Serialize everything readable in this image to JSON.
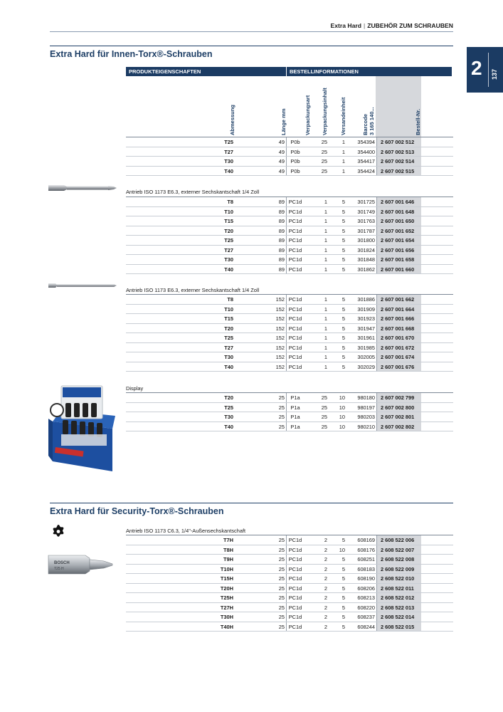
{
  "header": {
    "left": "Extra Hard",
    "sep": "|",
    "right": "ZUBEHÖR ZUM SCHRAUBEN"
  },
  "tab": {
    "chapter": "2",
    "page": "137"
  },
  "section1": {
    "title": "Extra Hard für Innen-Torx®-Schrauben",
    "bar_left": "PRODUKTEIGENSCHAFTEN",
    "bar_right": "BESTELLINFORMATIONEN",
    "col_headers": {
      "dim": "Abmessung",
      "len": "Länge mm",
      "pkg": "Verpackungsart",
      "pcs": "Verpackungsinhalt",
      "unit": "Versandeinheit",
      "bc1": "Barcode",
      "bc2": "3 165 140...",
      "art": "Bestell-Nr."
    },
    "group1": [
      {
        "dim": "T25",
        "len": "49",
        "pkg": "P0b",
        "pcs": "25",
        "unit": "1",
        "bc": "354394",
        "art": "2 607 002 512"
      },
      {
        "dim": "T27",
        "len": "49",
        "pkg": "P0b",
        "pcs": "25",
        "unit": "1",
        "bc": "354400",
        "art": "2 607 002 513"
      },
      {
        "dim": "T30",
        "len": "49",
        "pkg": "P0b",
        "pcs": "25",
        "unit": "1",
        "bc": "354417",
        "art": "2 607 002 514"
      },
      {
        "dim": "T40",
        "len": "49",
        "pkg": "P0b",
        "pcs": "25",
        "unit": "1",
        "bc": "354424",
        "art": "2 607 002 515"
      }
    ],
    "group2_label": "Antrieb ISO 1173 E6.3, externer Sechskantschaft 1/4 Zoll",
    "group2": [
      {
        "dim": "T8",
        "len": "89",
        "pkg": "PC1d",
        "pcs": "1",
        "unit": "5",
        "bc": "301725",
        "art": "2 607 001 646"
      },
      {
        "dim": "T10",
        "len": "89",
        "pkg": "PC1d",
        "pcs": "1",
        "unit": "5",
        "bc": "301749",
        "art": "2 607 001 648"
      },
      {
        "dim": "T15",
        "len": "89",
        "pkg": "PC1d",
        "pcs": "1",
        "unit": "5",
        "bc": "301763",
        "art": "2 607 001 650"
      },
      {
        "dim": "T20",
        "len": "89",
        "pkg": "PC1d",
        "pcs": "1",
        "unit": "5",
        "bc": "301787",
        "art": "2 607 001 652"
      },
      {
        "dim": "T25",
        "len": "89",
        "pkg": "PC1d",
        "pcs": "1",
        "unit": "5",
        "bc": "301800",
        "art": "2 607 001 654"
      },
      {
        "dim": "T27",
        "len": "89",
        "pkg": "PC1d",
        "pcs": "1",
        "unit": "5",
        "bc": "301824",
        "art": "2 607 001 656"
      },
      {
        "dim": "T30",
        "len": "89",
        "pkg": "PC1d",
        "pcs": "1",
        "unit": "5",
        "bc": "301848",
        "art": "2 607 001 658"
      },
      {
        "dim": "T40",
        "len": "89",
        "pkg": "PC1d",
        "pcs": "1",
        "unit": "5",
        "bc": "301862",
        "art": "2 607 001 660"
      }
    ],
    "group3_label": "Antrieb ISO 1173 E6.3, externer Sechskantschaft 1/4 Zoll",
    "group3": [
      {
        "dim": "T8",
        "len": "152",
        "pkg": "PC1d",
        "pcs": "1",
        "unit": "5",
        "bc": "301886",
        "art": "2 607 001 662"
      },
      {
        "dim": "T10",
        "len": "152",
        "pkg": "PC1d",
        "pcs": "1",
        "unit": "5",
        "bc": "301909",
        "art": "2 607 001 664"
      },
      {
        "dim": "T15",
        "len": "152",
        "pkg": "PC1d",
        "pcs": "1",
        "unit": "5",
        "bc": "301923",
        "art": "2 607 001 666"
      },
      {
        "dim": "T20",
        "len": "152",
        "pkg": "PC1d",
        "pcs": "1",
        "unit": "5",
        "bc": "301947",
        "art": "2 607 001 668"
      },
      {
        "dim": "T25",
        "len": "152",
        "pkg": "PC1d",
        "pcs": "1",
        "unit": "5",
        "bc": "301961",
        "art": "2 607 001 670"
      },
      {
        "dim": "T27",
        "len": "152",
        "pkg": "PC1d",
        "pcs": "1",
        "unit": "5",
        "bc": "301985",
        "art": "2 607 001 672"
      },
      {
        "dim": "T30",
        "len": "152",
        "pkg": "PC1d",
        "pcs": "1",
        "unit": "5",
        "bc": "302005",
        "art": "2 607 001 674"
      },
      {
        "dim": "T40",
        "len": "152",
        "pkg": "PC1d",
        "pcs": "1",
        "unit": "5",
        "bc": "302029",
        "art": "2 607 001 676"
      }
    ],
    "group4_label": "Display",
    "group4": [
      {
        "dim": "T20",
        "len": "25",
        "pkg": "P1a",
        "pcs": "25",
        "unit": "10",
        "bc": "980180",
        "art": "2 607 002 799"
      },
      {
        "dim": "T25",
        "len": "25",
        "pkg": "P1a",
        "pcs": "25",
        "unit": "10",
        "bc": "980197",
        "art": "2 607 002 800"
      },
      {
        "dim": "T30",
        "len": "25",
        "pkg": "P1a",
        "pcs": "25",
        "unit": "10",
        "bc": "980203",
        "art": "2 607 002 801"
      },
      {
        "dim": "T40",
        "len": "25",
        "pkg": "P1a",
        "pcs": "25",
        "unit": "10",
        "bc": "980210",
        "art": "2 607 002 802"
      }
    ]
  },
  "section2": {
    "title": "Extra Hard für Security-Torx®-Schrauben",
    "group_label": "Antrieb ISO 1173 C6.3, 1/4\"-Außensechskantschaft",
    "rows": [
      {
        "dim": "T7H",
        "len": "25",
        "pkg": "PC1d",
        "pcs": "2",
        "unit": "5",
        "bc": "608169",
        "art": "2 608 522 006"
      },
      {
        "dim": "T8H",
        "len": "25",
        "pkg": "PC1d",
        "pcs": "2",
        "unit": "10",
        "bc": "608176",
        "art": "2 608 522 007"
      },
      {
        "dim": "T9H",
        "len": "25",
        "pkg": "PC1d",
        "pcs": "2",
        "unit": "5",
        "bc": "608251",
        "art": "2 608 522 008"
      },
      {
        "dim": "T10H",
        "len": "25",
        "pkg": "PC1d",
        "pcs": "2",
        "unit": "5",
        "bc": "608183",
        "art": "2 608 522 009"
      },
      {
        "dim": "T15H",
        "len": "25",
        "pkg": "PC1d",
        "pcs": "2",
        "unit": "5",
        "bc": "608190",
        "art": "2 608 522 010"
      },
      {
        "dim": "T20H",
        "len": "25",
        "pkg": "PC1d",
        "pcs": "2",
        "unit": "5",
        "bc": "608206",
        "art": "2 608 522 011"
      },
      {
        "dim": "T25H",
        "len": "25",
        "pkg": "PC1d",
        "pcs": "2",
        "unit": "5",
        "bc": "608213",
        "art": "2 608 522 012"
      },
      {
        "dim": "T27H",
        "len": "25",
        "pkg": "PC1d",
        "pcs": "2",
        "unit": "5",
        "bc": "608220",
        "art": "2 608 522 013"
      },
      {
        "dim": "T30H",
        "len": "25",
        "pkg": "PC1d",
        "pcs": "2",
        "unit": "5",
        "bc": "608237",
        "art": "2 608 522 014"
      },
      {
        "dim": "T40H",
        "len": "25",
        "pkg": "PC1d",
        "pcs": "2",
        "unit": "5",
        "bc": "608244",
        "art": "2 608 522 015"
      }
    ]
  },
  "images": {
    "bit_short": "torx-bit-short-icon",
    "bit_long": "torx-bit-long-icon",
    "display_box": "display-box-image",
    "security_bit": "security-torx-bit-icon",
    "torx_profile": "torx-profile-icon"
  },
  "colors": {
    "navy": "#1b3b63",
    "title_blue": "#1e3f66",
    "bestell_bg": "#d6d8dc"
  }
}
